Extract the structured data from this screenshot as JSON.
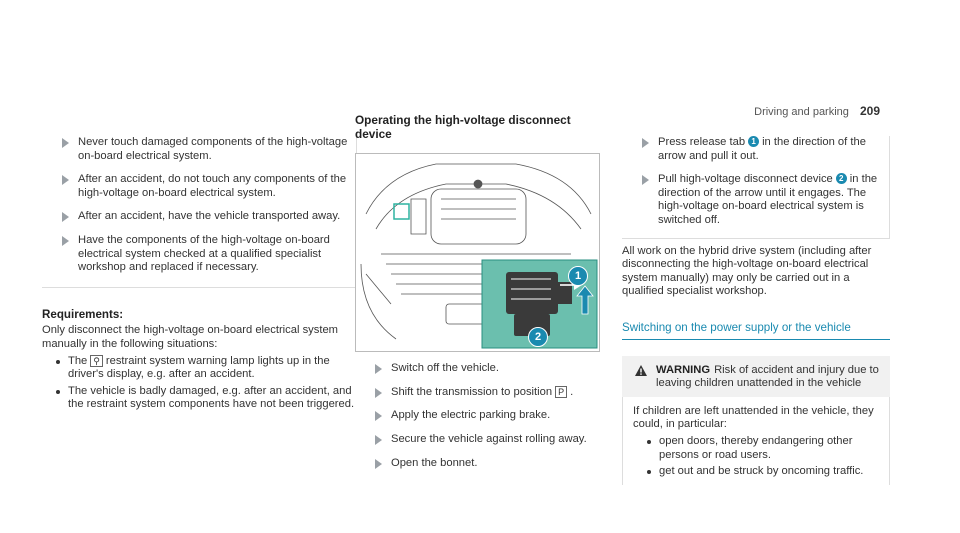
{
  "header": {
    "section": "Driving and parking",
    "page_number": "209"
  },
  "col1": {
    "steps": [
      "Never touch damaged components of the high-voltage on-board electrical system.",
      "After an accident, do not touch any components of the high-voltage on-board electrical system.",
      "After an accident, have the vehicle transported away.",
      "Have the components of the high-voltage on-board electrical system checked at a qualified specialist workshop and replaced if necessary."
    ],
    "requirements_heading": "Requirements:",
    "requirements_intro": "Only disconnect the high-voltage on-board electrical system manually in the following situations:",
    "bullet1_pre": "The",
    "bullet1_glyph": "⚲",
    "bullet1_post": "restraint system warning lamp lights up in the driver's display, e.g. after an accident.",
    "bullet2": "The vehicle is badly damaged, e.g. after an accident, and the restraint system components have not been triggered."
  },
  "col2": {
    "heading": "Operating the high-voltage disconnect device",
    "callout_1": "1",
    "callout_2": "2",
    "steps": [
      "Switch off the vehicle.",
      "Shift the transmission to position",
      "Apply the electric parking brake.",
      "Secure the vehicle against rolling away.",
      "Open the bonnet."
    ],
    "position_glyph": "P"
  },
  "col3": {
    "step1_pre": "Press release tab",
    "step1_num": "1",
    "step1_post": "in the direction of the arrow and pull it out.",
    "step2_pre": "Pull high-voltage disconnect device",
    "step2_num": "2",
    "step2_post": "in the direction of the arrow until it engages. The high-voltage on-board electrical system is switched off.",
    "paragraph": "All work on the hybrid drive system (including after disconnecting the high-voltage on-board electrical system manually) may only be carried out in a qualified specialist workshop.",
    "link_heading": "Switching on the power supply or the vehicle",
    "warning_title": "WARNING",
    "warning_text": "Risk of accident and injury due to leaving children unattended in the vehicle",
    "warning_body": "If children are left unattended in the vehicle, they could, in particular:",
    "warning_bullets": [
      "open doors, thereby endangering other persons or road users.",
      "get out and be struck by oncoming traffic."
    ]
  },
  "colors": {
    "accent": "#1a8ab0",
    "arrow": "#9aa0a6",
    "warning_bg": "#f1f1f1"
  }
}
